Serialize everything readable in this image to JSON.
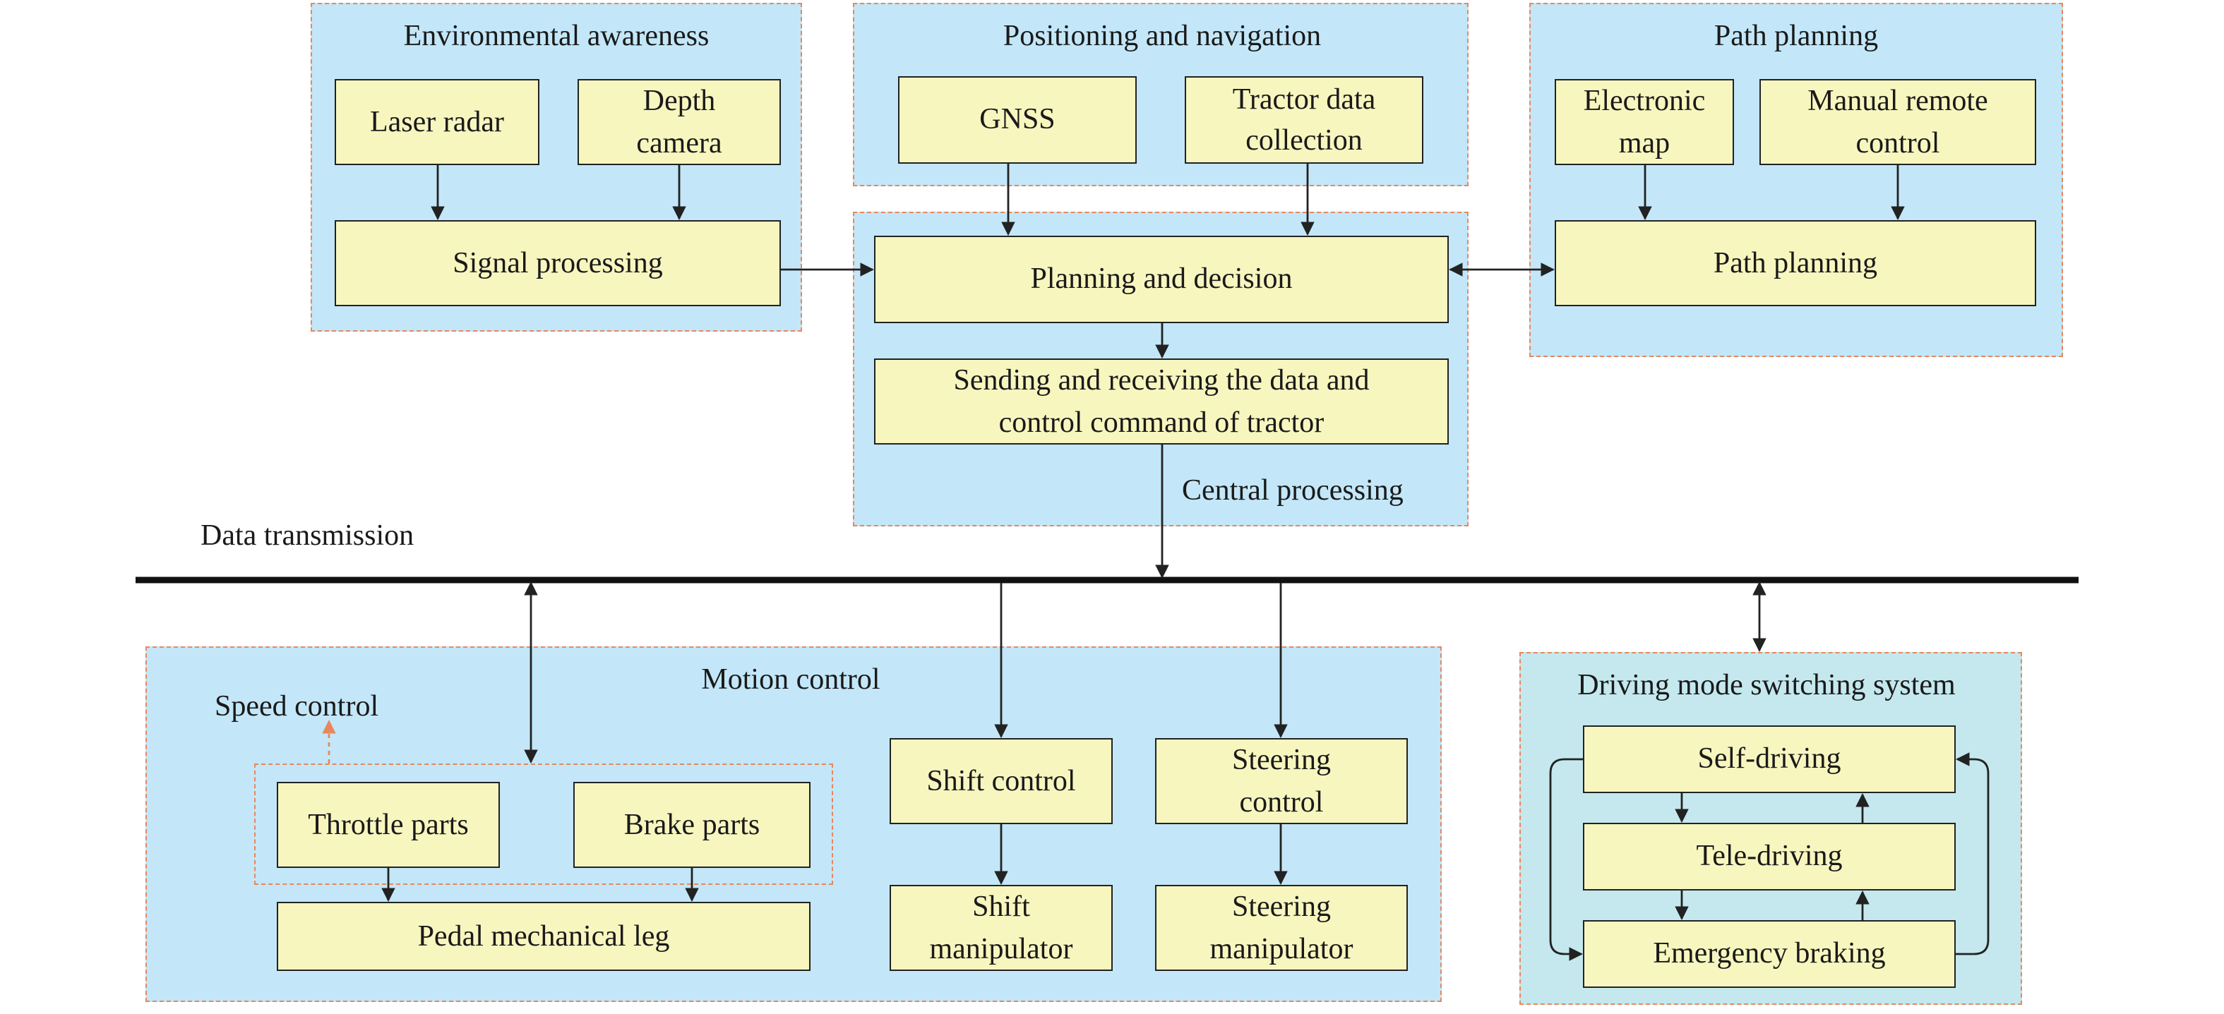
{
  "groups": {
    "env": "Environmental awareness",
    "pos": "Positioning and navigation",
    "path": "Path planning",
    "central": "Central processing",
    "motion": "Motion control",
    "speed": "Speed control",
    "driving_mode": "Driving mode switching system"
  },
  "bus_label": "Data transmission",
  "boxes": {
    "laser_radar": "Laser radar",
    "depth_camera": "Depth\ncamera",
    "signal_processing": "Signal processing",
    "gnss": "GNSS",
    "tractor_data": "Tractor data\ncollection",
    "electronic_map": "Electronic\nmap",
    "manual_remote": "Manual remote\ncontrol",
    "path_planning": "Path planning",
    "planning_decision": "Planning and decision",
    "send_receive": "Sending and receiving the data and\ncontrol command of tractor",
    "throttle": "Throttle parts",
    "brake": "Brake parts",
    "pedal_leg": "Pedal mechanical leg",
    "shift_control": "Shift control",
    "shift_manip": "Shift\nmanipulator",
    "steering_control": "Steering\ncontrol",
    "steering_manip": "Steering\nmanipulator",
    "self_driving": "Self-driving",
    "tele_driving": "Tele-driving",
    "emergency": "Emergency braking"
  },
  "colors": {
    "group_fill": "#c3e7f8",
    "group_fill_teal": "#c4e8ee",
    "group_border": "#e8875c",
    "box_fill": "#f7f6bf",
    "line": "#222222"
  }
}
